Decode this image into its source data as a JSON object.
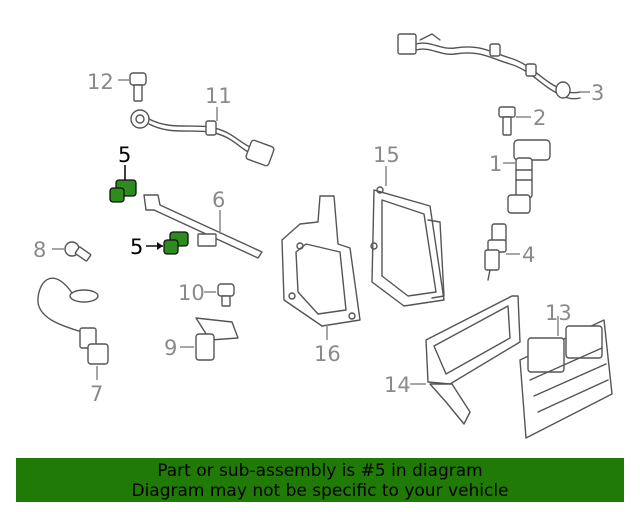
{
  "callouts": {
    "c1": "1",
    "c2": "2",
    "c3": "3",
    "c4": "4",
    "c5a": "5",
    "c5b": "5",
    "c6": "6",
    "c7": "7",
    "c8": "8",
    "c9": "9",
    "c10": "10",
    "c11": "11",
    "c12": "12",
    "c13": "13",
    "c14": "14",
    "c15": "15",
    "c16": "16"
  },
  "highlight": {
    "part_number": "5",
    "color": "#2e8b1e"
  },
  "colors": {
    "banner": "#1f7a06",
    "line": "#555555",
    "callout": "#8a8a8a"
  },
  "banner": {
    "line1": "Part or sub-assembly is #5 in diagram",
    "line2": "Diagram may not be specific to your vehicle"
  }
}
